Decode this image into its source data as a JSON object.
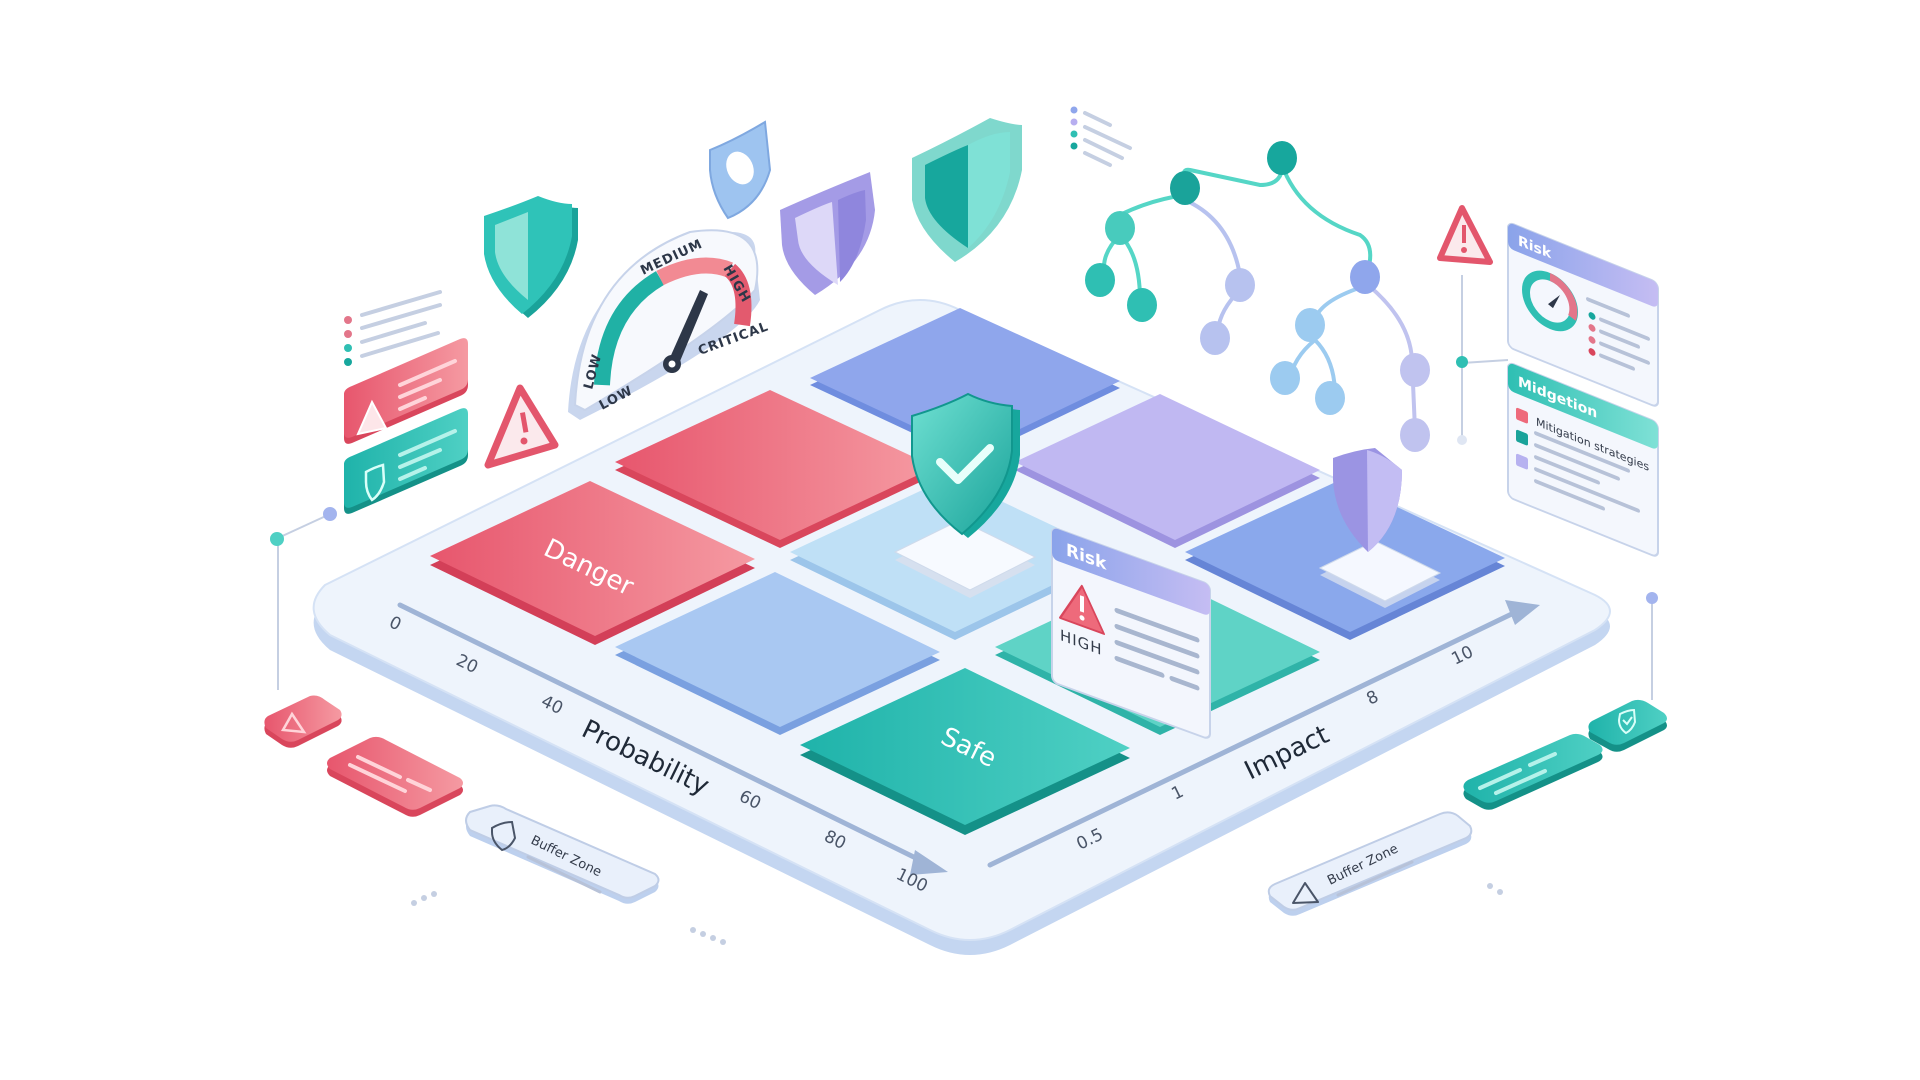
{
  "colors": {
    "danger": "#ee6a7b",
    "danger_dark": "#d9465c",
    "safe": "#2fc3b8",
    "safe_dark": "#1aa39a",
    "blue": "#a9c8f2",
    "blue_dark": "#7aa0e0",
    "periwinkle": "#8fa6ec",
    "lavender": "#c0b8f2",
    "board": "#eef4fc",
    "board_edge": "#b3caeb",
    "text_dark": "#1f2937"
  },
  "board": {
    "tiles": [
      {
        "id": "r0c0",
        "label": "Danger",
        "color": "#ee6a7b"
      },
      {
        "id": "r0c1",
        "label": "",
        "color": "#f07a86"
      },
      {
        "id": "r0c2",
        "label": "",
        "color": "#8fa6ec"
      },
      {
        "id": "r1c0",
        "label": "",
        "color": "#a9c8f2"
      },
      {
        "id": "r1c1",
        "label": "",
        "color": "#bfe0f6"
      },
      {
        "id": "r1c2",
        "label": "",
        "color": "#c0b8f2"
      },
      {
        "id": "r2c0",
        "label": "Safe",
        "color": "#2fc3b8"
      },
      {
        "id": "r2c1",
        "label": "",
        "color": "#5fd3c6"
      },
      {
        "id": "r2c2",
        "label": "",
        "color": "#8aa8ec"
      }
    ],
    "probability_axis": {
      "title": "Probability",
      "ticks": [
        "0",
        "20",
        "40",
        "60",
        "80",
        "100"
      ]
    },
    "impact_axis": {
      "title": "Impact",
      "ticks": [
        "0.5",
        "1",
        "8",
        "10"
      ]
    }
  },
  "risk_card_center": {
    "title": "Risk",
    "level": "HIGH"
  },
  "gauge": {
    "labels": [
      "LOW",
      "LOW",
      "MEDIUM",
      "HIGH",
      "CRITICAL"
    ],
    "needle_level": "HIGH"
  },
  "right_panels": {
    "risk_panel": {
      "title": "Risk"
    },
    "mitigation_panel": {
      "title": "Midgetion",
      "item_text": "Mitigation strategies"
    }
  },
  "buffer_zones": {
    "left": {
      "label": "Buffer Zone",
      "icon": "shield-icon"
    },
    "right": {
      "label": "Buffer Zone",
      "icon": "warning-icon"
    }
  },
  "left_cards": [
    {
      "type": "alert",
      "icon": "warning-icon",
      "color": "#ee6a7b"
    },
    {
      "type": "protection",
      "icon": "shield-icon",
      "color": "#2fc3b8"
    }
  ],
  "tree": {
    "nodes": 14
  }
}
